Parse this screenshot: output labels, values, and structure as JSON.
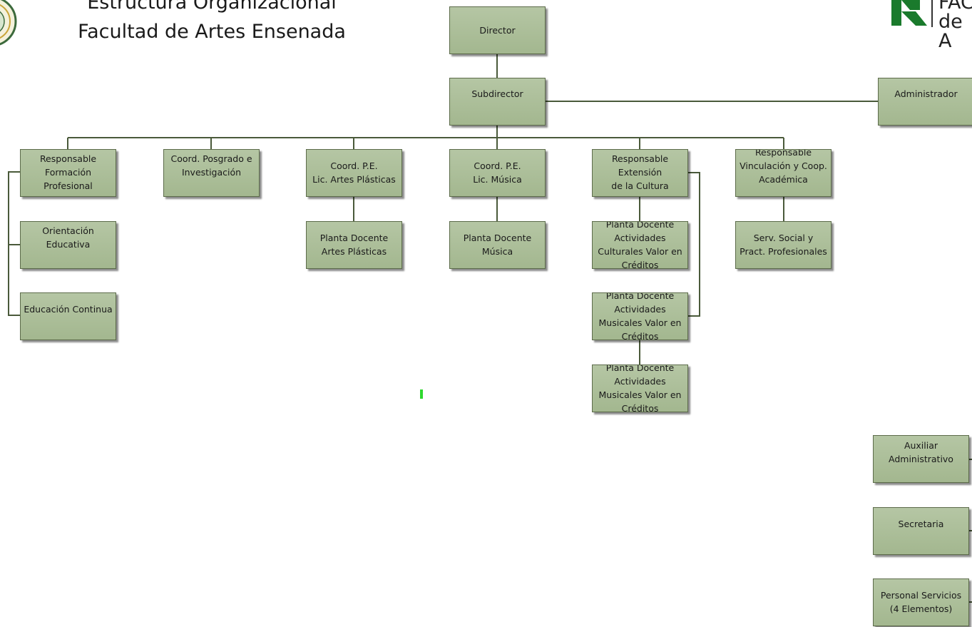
{
  "title_line1": "Estructura Organizacional",
  "title_line2": "Facultad de Artes Ensenada",
  "logo_right_text": "FAC\nde A",
  "box_fill": "#a8bb93",
  "line_color": "#4a5a3a",
  "org": {
    "director": "Director",
    "subdirector": "Subdirector",
    "administrador": "Administrador",
    "formacion": "Responsable\nFormación\nProfesional",
    "orientacion": "Orientación\nEducativa",
    "educacion_continua": "Educación Continua",
    "posgrado": "Coord. Posgrado e\nInvestigación",
    "artes_plasticas": "Coord. P.E.\nLic. Artes Plásticas",
    "planta_artes": "Planta Docente\nArtes Plásticas",
    "musica": "Coord. P.E.\nLic. Música",
    "planta_musica": "Planta Docente\nMúsica",
    "extension": "Responsable\nExtensión\nde la Cultura",
    "planta_culturales": "Planta Docente\nActividades\nCulturales Valor en\nCréditos",
    "planta_musicales_1": "Planta Docente\nActividades\nMusicales Valor en\nCréditos",
    "planta_musicales_2": "Planta Docente\nActividades\nMusicales Valor en\nCréditos",
    "vinculacion": "Responsable\nVinculación y Coop.\nAcadémica",
    "servicio_social": "Serv. Social y\nPract. Profesionales",
    "auxiliar": "Auxiliar\nAdministrativo",
    "secretaria": "Secretaria",
    "personal_servicios": "Personal Servicios\n(4 Elementos)"
  }
}
